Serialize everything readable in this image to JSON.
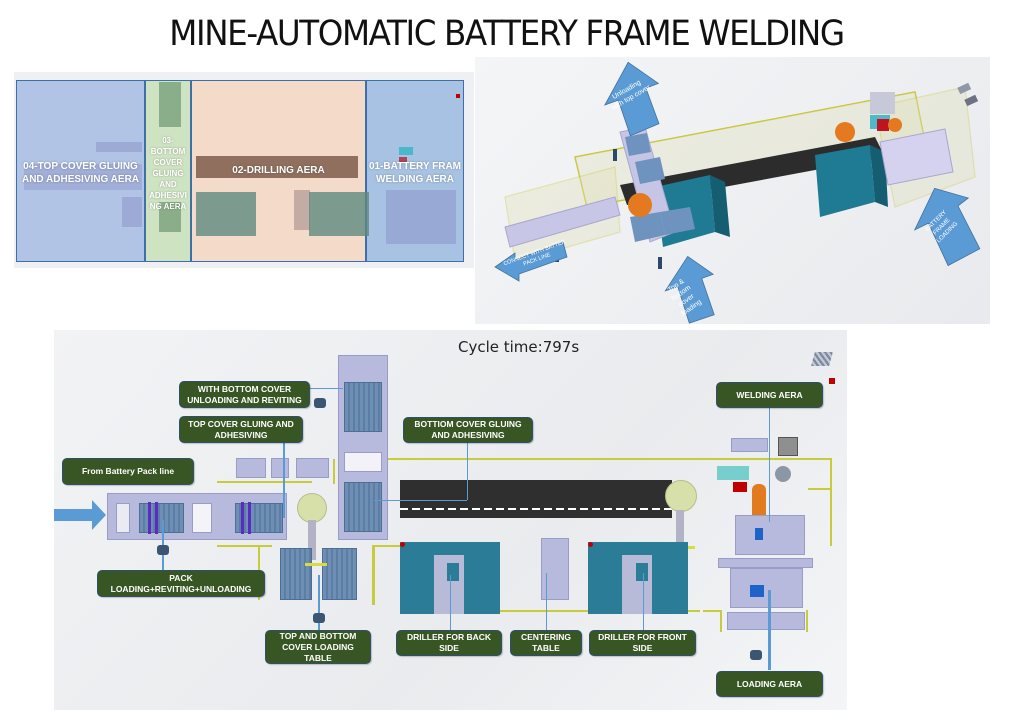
{
  "title": "MINE-AUTOMATIC BATTERY FRAME WELDING",
  "zone_layout": {
    "zones": [
      {
        "id": "04",
        "label": "04-TOP COVER GLUING AND ADHESIVING AERA",
        "color": "#9db5e0"
      },
      {
        "id": "03",
        "label": "03-BOTTOM COVER GLUING AND ADHESIVI NG AERA",
        "color": "#c6e0b4"
      },
      {
        "id": "02",
        "label": "02-DRILLING AERA",
        "color": "#f8cbad"
      },
      {
        "id": "01",
        "label": "01-BATTERY FRAM WELDING AERA",
        "color": "#8fb3dc"
      }
    ]
  },
  "iso_view": {
    "arrows": [
      {
        "label": "Unloading with top cover",
        "direction": "up"
      },
      {
        "label": "CONNECT WITH BATTER PACK LINE",
        "direction": "left"
      },
      {
        "label": "Top & bottom cover loading",
        "direction": "up"
      },
      {
        "label": "BATTERY FRAME LOADING",
        "direction": "up"
      }
    ]
  },
  "layout_plan": {
    "cycle_time": "Cycle time:797s",
    "labels": {
      "with_bottom_cover": "WITH BOTTOM COVER UNLOADING AND REVITING",
      "top_cover_gluing": "TOP COVER GLUING AND ADHESIVING",
      "from_battery_pack": "From Battery Pack line",
      "pack_loading": "PACK LOADING+REVITING+UNLOADING",
      "top_bottom_loading_table": "TOP AND BOTTOM COVER LOADING TABLE",
      "bottom_cover_gluing": "BOTTIOM COVER GLUING AND ADHESIVING",
      "driller_back": "DRILLER FOR BACK SIDE",
      "centering_table": "CENTERING TABLE",
      "driller_front": "DRILLER FOR FRONT SIDE",
      "welding_area": "WELDING AERA",
      "loading_area": "LOADING AERA"
    },
    "colors": {
      "tag_bg": "#375623",
      "leader": "#5b9bd5",
      "fence": "#c8cc3a",
      "machine": "#2b7d97",
      "robot": "#e2751f"
    }
  }
}
